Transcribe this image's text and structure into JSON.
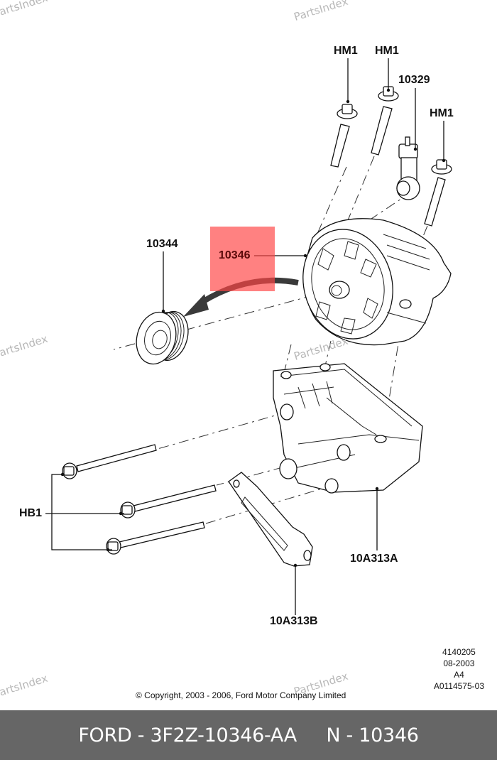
{
  "watermark": "PartsIndex",
  "callouts": {
    "hm1_a": "HM1",
    "hm1_b": "HM1",
    "hm1_c": "HM1",
    "p10329": "10329",
    "p10344": "10344",
    "p10346": "10346",
    "hb1": "HB1",
    "p10a313a": "10A313A",
    "p10a313b": "10A313B"
  },
  "highlighted_part": "10346",
  "highlight_color": "#ff4646",
  "meta": {
    "line1": "4140205",
    "line2": "08-2003",
    "line3": "A4",
    "line4": "A0114575-03"
  },
  "copyright": "© Copyright, 2003 - 2006, Ford Motor Company Limited",
  "footer": {
    "part_number": "FORD - 3F2Z-10346-AA",
    "reference": "N - 10346"
  }
}
